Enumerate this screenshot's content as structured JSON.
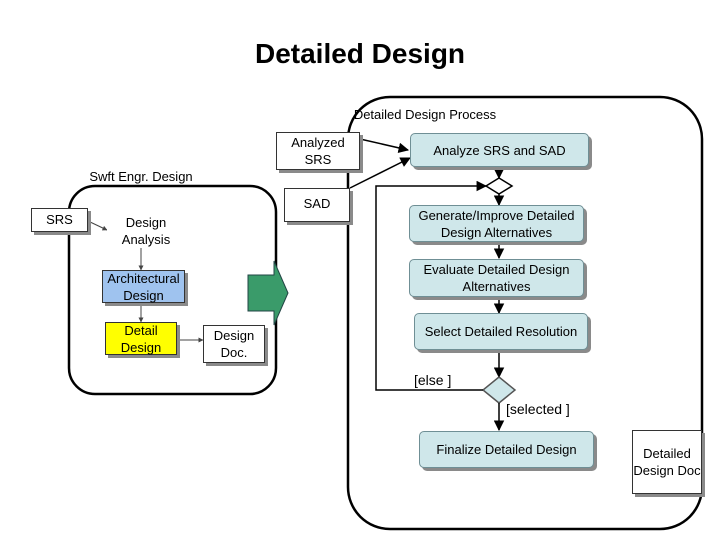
{
  "title": "Detailed Design",
  "process": {
    "label": "Detailed Design Process",
    "inputs": {
      "analyzed_srs": "Analyzed SRS",
      "sad": "SAD"
    },
    "steps": {
      "analyze": "Analyze SRS and SAD",
      "generate": "Generate/Improve Detailed Design Alternatives",
      "evaluate": "Evaluate Detailed Design Alternatives",
      "select": "Select Detailed Resolution",
      "finalize": "Finalize Detailed Design"
    },
    "guards": {
      "else": "[else ]",
      "selected": "[selected ]"
    },
    "output": "Detailed Design Doc"
  },
  "swft": {
    "label": "Swft Engr. Design",
    "srs": "SRS",
    "design_analysis": "Design Analysis",
    "architectural": "Architectural Design",
    "detail": "Detail Design",
    "design_doc": "Design Doc."
  },
  "colors": {
    "step_fill": "#cfe7ea",
    "arch_fill": "#9fc3ef",
    "detail_fill": "#ffff00",
    "big_arrow": "#3a9b6a",
    "diamond_fill": "#cfe7ea"
  }
}
